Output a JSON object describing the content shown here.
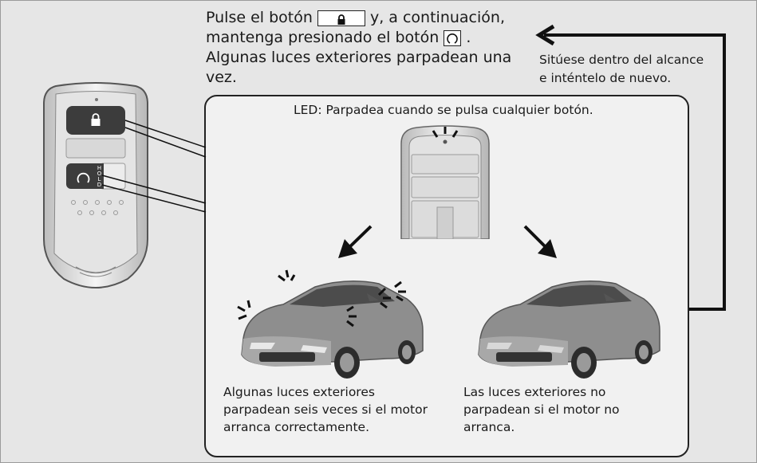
{
  "instruction": {
    "part1": "Pulse el botón",
    "part2": "y, a continuación,",
    "part3": "mantenga presionado el botón",
    "part4": ".",
    "line3": "Algunas luces exteriores parpadean una",
    "line4": "vez."
  },
  "retry_note": {
    "line1": "Sitúese dentro del alcance",
    "line2": "e inténtelo de nuevo."
  },
  "led_label": "LED: Parpadea cuando se pulsa cualquier botón.",
  "outcome_success": {
    "line1": "Algunas luces exteriores",
    "line2": "parpadean seis veces si el motor",
    "line3": "arranca correctamente."
  },
  "outcome_failure": {
    "line1": "Las luces exteriores no",
    "line2": "parpadean si el motor no",
    "line3": "arranca."
  },
  "fob_hold_letters": [
    "H",
    "O",
    "L",
    "D"
  ],
  "icons": [
    "lock-icon",
    "remote-start-icon"
  ],
  "colors": {
    "background": "#e6e6e6",
    "panel": "#f1f1f1",
    "button": "#3c3c3c",
    "line": "#111111"
  }
}
